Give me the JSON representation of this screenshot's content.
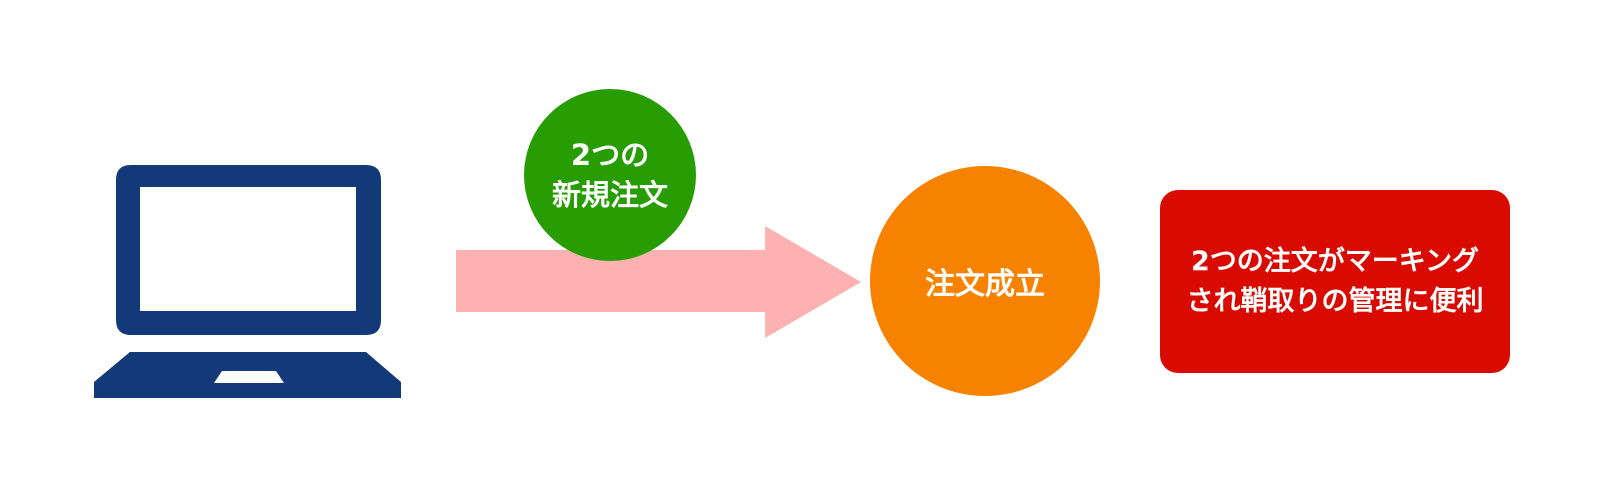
{
  "colors": {
    "laptop": "#133a78",
    "arrow": "#fdb1b1",
    "green": "#279d03",
    "orange": "#f68200",
    "red": "#d90b00"
  },
  "new_orders": {
    "line1": "2つの",
    "line2": "新規注文"
  },
  "filled": {
    "label": "注文成立"
  },
  "benefit": {
    "line1": "2つの注文がマーキング",
    "line2": "され鞘取りの管理に便利"
  }
}
